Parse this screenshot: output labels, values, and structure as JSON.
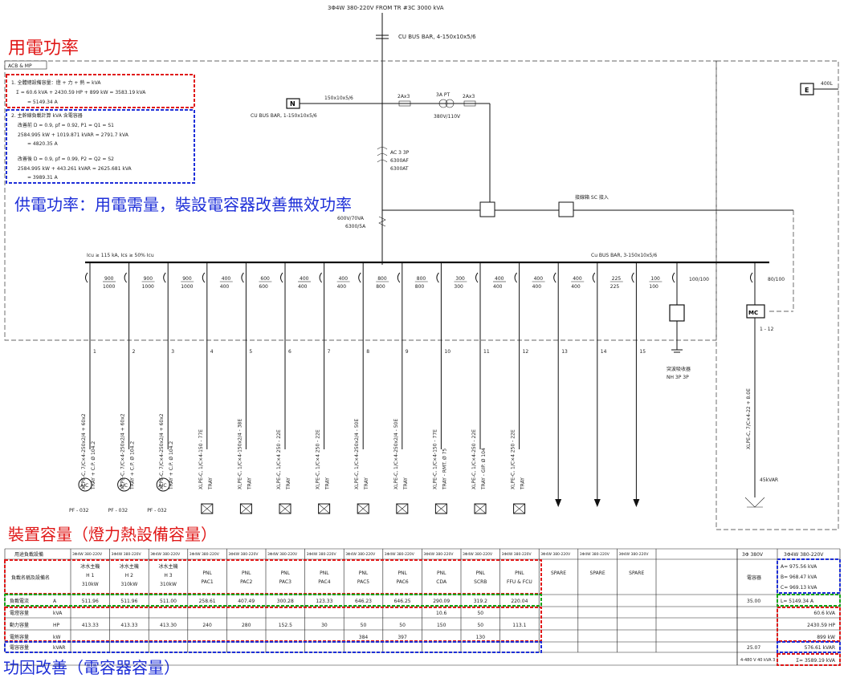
{
  "annotations": {
    "demand_power": "用電功率",
    "supply_power": "供電功率：用電需量，裝設電容器改善無效功率",
    "installed_capacity": "裝置容量（燈力熱設備容量）",
    "pf_correction": "功因改善（電容器容量）"
  },
  "header": {
    "source": "3Φ4W 380-220V FROM TR #3C 3000 kVA",
    "main_bus": "CU BUS BAR, 4-150x10x5/6",
    "acb_label": "ACB & MP",
    "n_bus": "CU BUS BAR, 1-150x10x5/6",
    "n_cable": "150x10x5/6",
    "earth_label": "E",
    "earth_size": "400L"
  },
  "calc_block": {
    "red_1": "1. 全體總設備容量：燈 + 力 + 熱 = kVA",
    "red_2": "Σ = 60.6 kVA + 2430.59 HP + 899 kW = 3583.19 kVA",
    "red_3": "= 5149.34 A",
    "blue_1": "2. 主幹線負載計算 kVA 含電容器",
    "blue_2": "改善前 D = 0.9, pf = 0.92, P1 = Q1 = S1",
    "blue_3": "2584.995 kW + 1019.871 kVAR = 2791.7 kVA",
    "blue_4": "= 4820.35 A",
    "blue_5": "改善後 D = 0.9, pf = 0.99, P2 = Q2 = S2",
    "blue_6": "2584.995 kW + 443.261 kVAR = 2625.681 kVA",
    "blue_7": "= 3989.31 A"
  },
  "main_breaker": {
    "fuse_l": "2Ax3",
    "fuse_r": "2Ax3",
    "pt": "3A PT",
    "pt_ratio": "380V/110V",
    "acb": "AC 3 3P",
    "acb_at": "6300AF",
    "acb_af": "6300AT",
    "ct": "600V/70VA",
    "ct_ratio": "6300/5A",
    "meter_label": "接線箱 SC 接入",
    "bus_rating": "Icu ≥ 115 kA, Ics ≥ 50% Icu",
    "branch_bus": "Cu BUS BAR, 3-150x10x5/6"
  },
  "feeders": [
    {
      "num": "1",
      "brk": "900/1000",
      "cable": "XLPE-C, 7/C×4-250x2/4 + 60x2",
      "conduit": "TRAY + C.P. Ø 104.2",
      "load": "PF - 032"
    },
    {
      "num": "2",
      "brk": "900/1000",
      "cable": "XLPE-C, 7/C×4-250x2/4 + 60x2",
      "conduit": "TRAY + C.P. Ø 104.2",
      "load": "PF - 032"
    },
    {
      "num": "3",
      "brk": "900/1000",
      "cable": "XLPE-C, 7/C×4-250x2/4 + 60x2",
      "conduit": "TRAY + C.P. Ø 104.2",
      "load": "PF - 032"
    },
    {
      "num": "4",
      "brk": "400/400",
      "cable": "XLPE-C, 1/C×4-150 - 77E",
      "conduit": "TRAY",
      "load": ""
    },
    {
      "num": "5",
      "brk": "600/600",
      "cable": "XLPE-C, 1/C×4-150x2/4 - 38E",
      "conduit": "TRAY",
      "load": ""
    },
    {
      "num": "6",
      "brk": "400/400",
      "cable": "XLPE-C, 1/C×4 250 - 22E",
      "conduit": "TRAY",
      "load": ""
    },
    {
      "num": "7",
      "brk": "400/400",
      "cable": "XLPE-C, 1/C×4 250 - 22E",
      "conduit": "TRAY",
      "load": ""
    },
    {
      "num": "8",
      "brk": "800/800",
      "cable": "XLPE-C, 1/C×4-250x2/4 - 50E",
      "conduit": "TRAY",
      "load": ""
    },
    {
      "num": "9",
      "brk": "800/800",
      "cable": "XLPE-C, 1/C×4-250x2/4 - 50E",
      "conduit": "TRAY",
      "load": ""
    },
    {
      "num": "10",
      "brk": "300/300",
      "cable": "XLPE-C, 1/C×4-150 - 77E",
      "conduit": "TRAY - RMT. Ø 75",
      "load": ""
    },
    {
      "num": "11",
      "brk": "400/400",
      "cable": "XLPE-C, 1/C×4-250 - 22E",
      "conduit": "TRAY - GIP. Ø 104",
      "load": ""
    },
    {
      "num": "12",
      "brk": "400/400",
      "cable": "XLPE-C, 1/C×4 250 - 22E",
      "conduit": "TRAY",
      "load": ""
    },
    {
      "num": "13",
      "brk": "400/400",
      "cable": "",
      "conduit": "",
      "load": ""
    },
    {
      "num": "14",
      "brk": "225/225",
      "cable": "",
      "conduit": "",
      "load": ""
    },
    {
      "num": "15",
      "brk": "100/100",
      "cable": "",
      "conduit": "",
      "load": ""
    }
  ],
  "spd": {
    "brk": "100/100",
    "label": "突波吸收器",
    "spec": "NH 3P 3P"
  },
  "capacitor": {
    "brk": "80/100",
    "mc": "MC",
    "stage": "1 - 12",
    "cable": "XLPE-C, 7/C×4-22 + 8.0E",
    "cap": "45kVAR"
  },
  "table": {
    "headers": [
      "用途負載設備",
      "3Φ4W 380-220V",
      "3Φ4W 380-220V",
      "3Φ4W 380-220V",
      "3Φ4W 380-220V",
      "3Φ4W 380-220V",
      "3Φ4W 380-220V",
      "3Φ4W 380-220V",
      "3Φ4W 380-220V",
      "3Φ4W 380-220V",
      "3Φ4W 380-220V",
      "3Φ4W 380-220V",
      "3Φ4W 380-220V",
      "3Φ4W 380-220V",
      "3Φ4W 380-220V",
      "3Φ4W 380-220V"
    ],
    "row_name_label": "負載名稱及設備名",
    "names": [
      [
        "冰水主機",
        "H 1",
        "310kW"
      ],
      [
        "冰水主機",
        "H 2",
        "310kW"
      ],
      [
        "冰水主機",
        "H 3",
        "310kW"
      ],
      [
        "PNL",
        "PAC1",
        ""
      ],
      [
        "PNL",
        "PAC2",
        ""
      ],
      [
        "PNL",
        "PAC3",
        ""
      ],
      [
        "PNL",
        "PAC4",
        ""
      ],
      [
        "PNL",
        "PAC5",
        ""
      ],
      [
        "PNL",
        "PAC6",
        ""
      ],
      [
        "PNL",
        "CDA",
        ""
      ],
      [
        "PNL",
        "SCRB",
        ""
      ],
      [
        "PNL",
        "FFU & FCU",
        ""
      ],
      [
        "SPARE",
        "",
        ""
      ],
      [
        "SPARE",
        "",
        ""
      ],
      [
        "SPARE",
        "",
        ""
      ]
    ],
    "rows": [
      {
        "label": "負載電流",
        "unit": "A",
        "vals": [
          "511.96",
          "511.96",
          "511.00",
          "258.61",
          "407.49",
          "300.28",
          "123.33",
          "646.23",
          "646.25",
          "290.09",
          "319.2",
          "220.04",
          "",
          "",
          ""
        ]
      },
      {
        "label": "電燈容量",
        "unit": "kVA",
        "vals": [
          "",
          "",
          "",
          "",
          "",
          "",
          "",
          "",
          "",
          "10.6",
          "50",
          "",
          "",
          "",
          ""
        ]
      },
      {
        "label": "動力容量",
        "unit": "HP",
        "vals": [
          "413.33",
          "413.33",
          "413.30",
          "240",
          "280",
          "152.5",
          "30",
          "50",
          "50",
          "150",
          "50",
          "113.1",
          "",
          "",
          ""
        ]
      },
      {
        "label": "電熱容量",
        "unit": "kW",
        "vals": [
          "",
          "",
          "",
          "",
          "",
          "",
          "",
          "384",
          "397",
          "",
          "130",
          "",
          "",
          "",
          ""
        ]
      },
      {
        "label": "電容容量",
        "unit": "kVAR",
        "vals": [
          "",
          "",
          "",
          "",
          "",
          "",
          "",
          "",
          "",
          "",
          "",
          "",
          "",
          "",
          ""
        ]
      }
    ],
    "right_header_a": "3Φ 380V",
    "right_header_b": "3Φ4W 380-220V",
    "cap_label": "電容器",
    "right_vals": {
      "a": "A= 975.56 kVA",
      "b": "B= 968.47 kVA",
      "c": "C= 969.13 kVA",
      "load_a": "35.00",
      "load_total": "L= 5149.34 A",
      "lamp_total": "60.6 kVA",
      "motor_total": "2430.59 HP",
      "heat_total": "899 kW",
      "cap_left": "25.07",
      "cap_total": "576.61 kVAR",
      "supply_left": "4-480 V 40 kVA 3",
      "supply_total": "Σ= 3589.19 kVA"
    }
  }
}
